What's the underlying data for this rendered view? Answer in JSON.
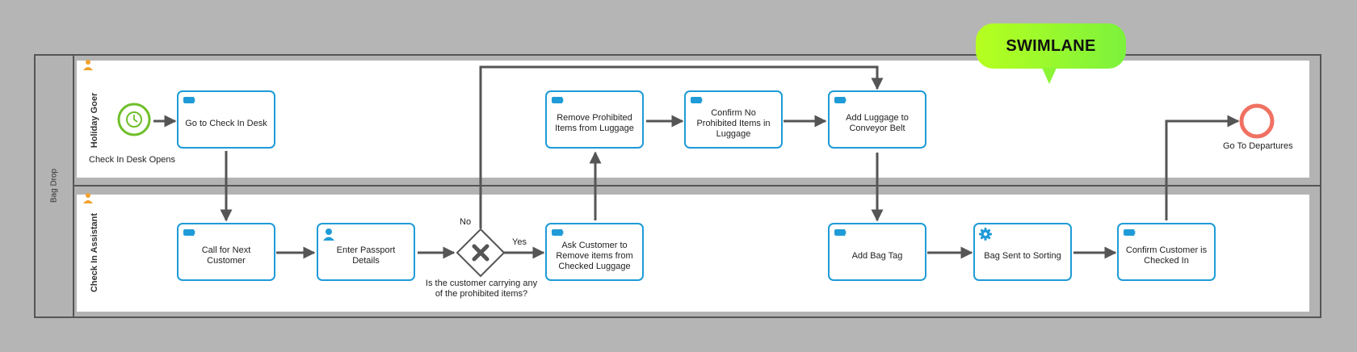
{
  "pool": {
    "label": "Bag Drop"
  },
  "lanes": [
    {
      "label": "Holiday Goer"
    },
    {
      "label": "Check In Assistant"
    }
  ],
  "events": {
    "start": {
      "label": "Check In Desk Opens"
    },
    "end": {
      "label": "Go To Departures"
    }
  },
  "tasks": {
    "go_to_desk": "Go to Check In Desk",
    "remove_items": "Remove Prohibited Items from Luggage",
    "confirm_no_items": "Confirm No Prohibited Items in Luggage",
    "add_luggage": "Add Luggage to Conveyor Belt",
    "call_next": "Call for Next Customer",
    "enter_passport": "Enter Passport Details",
    "ask_customer": "Ask Customer to Remove items from Checked Luggage",
    "add_bag_tag": "Add Bag Tag",
    "bag_sent": "Bag Sent to Sorting",
    "confirm_checked_in": "Confirm Customer is Checked In"
  },
  "gateway": {
    "question": "Is the customer carrying any of the prohibited items?",
    "no_label": "No",
    "yes_label": "Yes"
  },
  "bubble": {
    "label": "SWIMLANE"
  },
  "colors": {
    "task_border": "#1f9bd7",
    "start_event": "#6fbf2a",
    "end_event": "#f07162",
    "flow": "#555555",
    "bubble": "#9cf52c"
  },
  "icons": {
    "manual_task": "hand-icon",
    "user_task": "person-icon",
    "service_task": "gear-icon",
    "lane": "person-icon"
  }
}
